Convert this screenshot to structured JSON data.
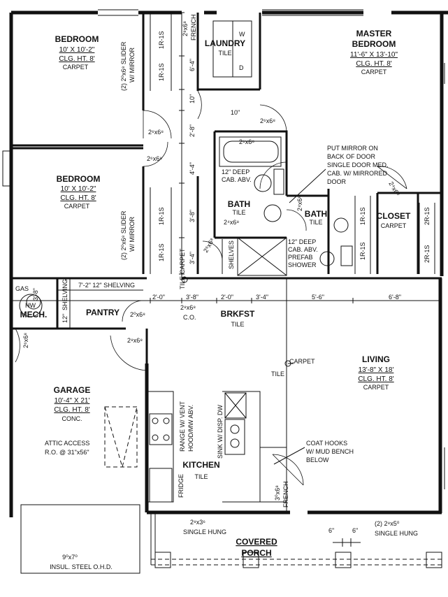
{
  "rooms": {
    "bedroom1": {
      "name": "BEDROOM",
      "dims": "10' X 10'-2\"",
      "ceiling": "CLG. HT. 8'",
      "floor": "CARPET"
    },
    "bedroom2": {
      "name": "BEDROOM",
      "dims": "10' X 10'-2\"",
      "ceiling": "CLG. HT. 8'",
      "floor": "CARPET"
    },
    "master": {
      "name1": "MASTER",
      "name2": "BEDROOM",
      "dims": "11'-6\" X 13'-10\"",
      "ceiling": "CLG. HT. 8'",
      "floor": "CARPET"
    },
    "laundry": {
      "name": "LAUNDRY",
      "floor": "TILE",
      "w": "W",
      "dr": "D"
    },
    "bath1": {
      "name": "BATH",
      "floor": "TILE"
    },
    "bath2": {
      "name": "BATH",
      "floor": "TILE"
    },
    "closet": {
      "name": "CLOSET",
      "floor": "CARPET"
    },
    "mech": {
      "name": "MECH.",
      "gas": "GAS",
      "hw": "HW"
    },
    "pantry": {
      "name": "PANTRY"
    },
    "brkfst": {
      "name": "BRKFST",
      "floor": "TILE"
    },
    "living": {
      "name": "LIVING",
      "dims": "13'-8\" X 18'",
      "ceiling": "CLG. HT. 8'",
      "floor": "CARPET"
    },
    "garage": {
      "name": "GARAGE",
      "dims": "10'-4\" X 21'",
      "ceiling": "CLG. HT. 8'",
      "floor": "CONC."
    },
    "kitchen": {
      "name": "KITCHEN",
      "floor": "TILE"
    },
    "porch": {
      "name1": "COVERED",
      "name2": "PORCH"
    }
  },
  "notes": {
    "slider1a": "(2) 2⁰x6⁸ SLIDER",
    "slider1b": "W/ MIRROR",
    "slider2a": "(2) 2⁰x6⁸ SLIDER",
    "slider2b": "W/ MIRROR",
    "shelf_1r1s": "1R-1S",
    "shelf_2r1s": "2R-1S",
    "cab_deep1a": "12\" DEEP",
    "cab_deep1b": "CAB. ABV.",
    "cab_deep2a": "12\" DEEP",
    "cab_deep2b": "CAB. ABV.",
    "shower1": "PREFAB",
    "shower2": "SHOWER",
    "mirror1": "PUT MIRROR ON",
    "mirror2": "BACK OF DOOR",
    "mirror3": "SINGLE DOOR MED.",
    "mirror4": "CAB. W/ MIRRORED",
    "mirror5": "DOOR",
    "shelves": "SHELVES",
    "shelving_top": "7'-2\" 12\" SHELVING",
    "shelving_side1": "12\"",
    "shelving_side2": "SHELVING",
    "carpet": "CARPET",
    "tile": "TILE",
    "co": "C.O.",
    "range1": "RANGE W/ VENT",
    "range2": "HOOD/MW ABV.",
    "sink": "SINK W/ DISP. DW",
    "fridge": "FRIDGE",
    "coat1": "COAT HOOKS",
    "coat2": "W/ MUD BENCH",
    "coat3": "BELOW",
    "attic1": "ATTIC ACCESS",
    "attic2": "R.O. @ 31\"x56\"",
    "ohd1": "9⁰x7⁰",
    "ohd2": "INSUL. STEEL O.H.D.",
    "win_left1": "2⁸x3⁶",
    "win_left2": "SINGLE HUNG",
    "win_right1": "(2) 2⁸x5⁰",
    "win_right2": "SINGLE HUNG",
    "french_top1": "2⁸x6⁸",
    "french_top2": "FRENCH",
    "french_front1": "3⁰x6⁸",
    "french_front2": "FRENCH",
    "six1": "6\"",
    "six2": "6\""
  },
  "doors": {
    "d1": "2⁶x6⁸",
    "d2": "2⁶x6⁸",
    "d3": "2⁶x6⁸",
    "d4": "2⁴x6⁸",
    "d5": "2⁴x6⁸",
    "d6": "2⁴x6⁸",
    "d7": "2⁰x6⁸",
    "d8": "2⁸x6⁸",
    "d9": "2⁶x6⁸",
    "d10": "2⁸x6⁸",
    "d11": "2⁶x6⁸",
    "d12": "2⁶x6⁸"
  },
  "dims": {
    "v6_4": "6'-4\"",
    "v10": "10\"",
    "h10": "10\"",
    "v2_8": "2'-8\"",
    "v4_4": "4'-4\"",
    "v3_8": "3'-8\"",
    "v3_4": "3'-4\"",
    "v3_8b": "3'-8\"",
    "h2_0": "2'-0\"",
    "h3_8": "3'-8\"",
    "h2_0b": "2'-0\"",
    "h3_4": "3'-4\"",
    "h5_6": "5'-6\"",
    "h6_8": "6'-8\""
  }
}
